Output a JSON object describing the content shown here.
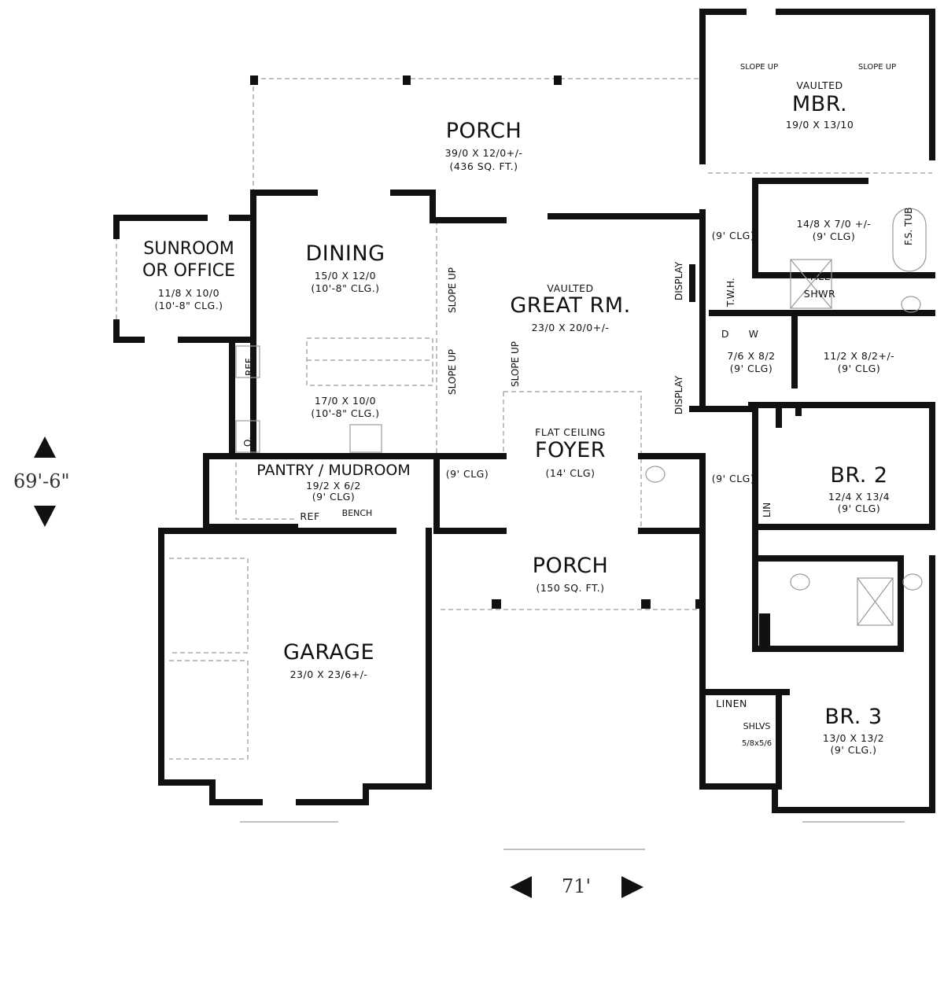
{
  "rooms": {
    "porch_rear": {
      "name": "PORCH",
      "size": "39/0 X 12/0+/-",
      "area": "(436 SQ. FT.)"
    },
    "mbr": {
      "note": "VAULTED",
      "name": "MBR.",
      "size": "19/0 X 13/10",
      "slope1": "SLOPE UP",
      "slope2": "SLOPE UP"
    },
    "sunroom": {
      "name1": "SUNROOM",
      "name2": "OR OFFICE",
      "size": "11/8 X 10/0",
      "clg": "(10'-8\" CLG.)"
    },
    "dining": {
      "name": "DINING",
      "size": "15/0 X 12/0",
      "clg": "(10'-8\" CLG.)"
    },
    "kitchen": {
      "size": "17/0 X 10/0",
      "clg": "(10'-8\" CLG.)",
      "ref": "REF",
      "oven": "O."
    },
    "great_room": {
      "note": "VAULTED",
      "name": "GREAT RM.",
      "size": "23/0 X 20/0+/-",
      "slope1": "SLOPE UP",
      "slope2": "SLOPE UP",
      "slope3": "SLOPE UP"
    },
    "master_bath": {
      "size": "14/8 X 7/0 +/-",
      "clg": "(9' CLG)",
      "tub": "F.S. TUB",
      "shower1": "TILE",
      "shower2": "SHWR"
    },
    "hall_clg": "(9' CLG)",
    "twh": "T.W.H.",
    "display1": "DISPLAY",
    "display2": "DISPLAY",
    "laundry": {
      "d": "D",
      "w": "W",
      "size": "7/6 X 8/2",
      "clg": "(9' CLG)"
    },
    "wic": {
      "size": "11/2 X 8/2+/-",
      "clg": "(9' CLG)"
    },
    "foyer": {
      "note": "FLAT CEILING",
      "name": "FOYER",
      "clg": "(14' CLG)"
    },
    "pantry": {
      "name": "PANTRY / MUDROOM",
      "size": "19/2 X 6/2",
      "clg": "(9' CLG)",
      "ref": "REF",
      "bench": "BENCH"
    },
    "closet_clg": "(9' CLG)",
    "hall2_clg": "(9' CLG)",
    "br2": {
      "name": "BR. 2",
      "size": "12/4 X 13/4",
      "clg": "(9' CLG)",
      "lin": "LIN"
    },
    "porch_front": {
      "name": "PORCH",
      "area": "(150 SQ. FT.)"
    },
    "garage": {
      "name": "GARAGE",
      "size": "23/0 X 23/6+/-"
    },
    "linen": "LINEN",
    "shlvs": {
      "label": "SHLVS",
      "size": "5/8x5/6"
    },
    "br3": {
      "name": "BR. 3",
      "size": "13/0 X 13/2",
      "clg": "(9' CLG.)"
    }
  },
  "dimensions": {
    "depth": "69'-6\"",
    "width": "71'"
  },
  "colors": {
    "wall": "#111111",
    "dashed": "#aaaaaa",
    "fixture": "#999999"
  }
}
